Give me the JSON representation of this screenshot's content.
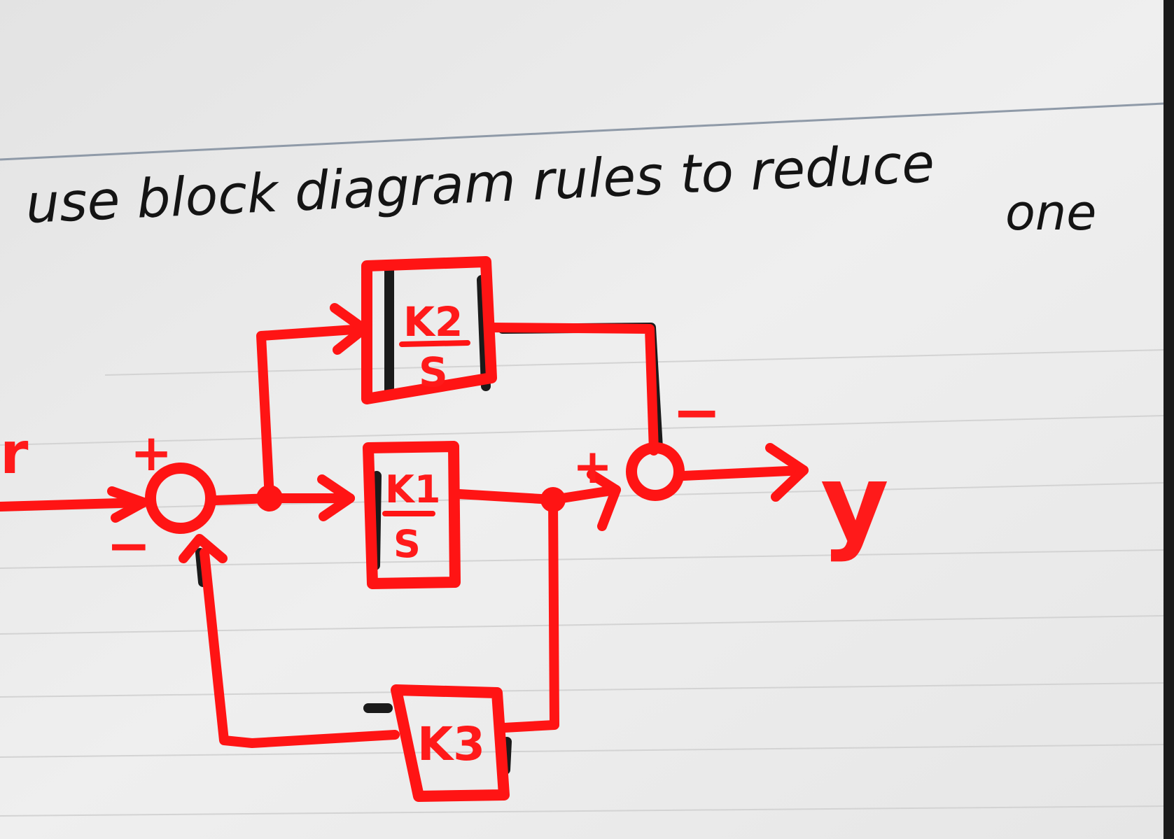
{
  "instruction": {
    "line1": "use  block  diagram  rules  to  reduce",
    "line2": "one"
  },
  "diagram": {
    "input_label": "r",
    "output_label": "y",
    "blocks": {
      "k2": {
        "numerator": "K2",
        "denominator": "S"
      },
      "k1": {
        "numerator": "K1",
        "denominator": "S"
      },
      "k3": {
        "label": "K3"
      }
    },
    "summing_junction_1": {
      "sign_top": "+",
      "sign_bottom": "−"
    },
    "summing_junction_2": {
      "sign_left": "+",
      "sign_top": "−"
    }
  },
  "colors": {
    "ink_red": "#ff1414",
    "ink_black": "#141414",
    "paper": "#e9e9e9"
  }
}
